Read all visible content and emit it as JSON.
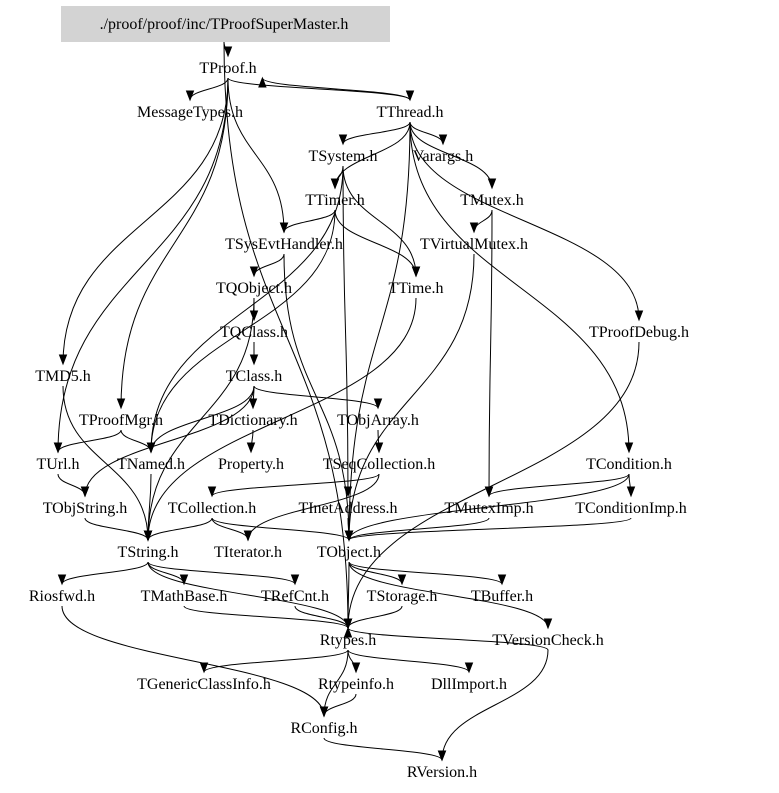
{
  "diagram": {
    "title": "./proof/proof/inc/TProofSuperMaster.h",
    "root": "./proof/proof/inc/TProofSuperMaster.h",
    "colors": {
      "root_fill": "#d3d3d3",
      "edge": "#000000",
      "text": "#000000",
      "background": "#ffffff"
    },
    "nodes": [
      {
        "id": "root",
        "label": "./proof/proof/inc/TProofSuperMaster.h",
        "highlighted": true
      },
      {
        "id": "TProof",
        "label": "TProof.h"
      },
      {
        "id": "MessageTypes",
        "label": "MessageTypes.h"
      },
      {
        "id": "TThread",
        "label": "TThread.h"
      },
      {
        "id": "TSystem",
        "label": "TSystem.h"
      },
      {
        "id": "Varargs",
        "label": "Varargs.h"
      },
      {
        "id": "TTimer",
        "label": "TTimer.h"
      },
      {
        "id": "TMutex",
        "label": "TMutex.h"
      },
      {
        "id": "TSysEvtHandler",
        "label": "TSysEvtHandler.h"
      },
      {
        "id": "TVirtualMutex",
        "label": "TVirtualMutex.h"
      },
      {
        "id": "TQObject",
        "label": "TQObject.h"
      },
      {
        "id": "TTime",
        "label": "TTime.h"
      },
      {
        "id": "TQClass",
        "label": "TQClass.h"
      },
      {
        "id": "TProofDebug",
        "label": "TProofDebug.h"
      },
      {
        "id": "TMD5",
        "label": "TMD5.h"
      },
      {
        "id": "TClass",
        "label": "TClass.h"
      },
      {
        "id": "TProofMgr",
        "label": "TProofMgr.h"
      },
      {
        "id": "TDictionary",
        "label": "TDictionary.h"
      },
      {
        "id": "TObjArray",
        "label": "TObjArray.h"
      },
      {
        "id": "TUrl",
        "label": "TUrl.h"
      },
      {
        "id": "TNamed",
        "label": "TNamed.h"
      },
      {
        "id": "Property",
        "label": "Property.h"
      },
      {
        "id": "TSeqCollection",
        "label": "TSeqCollection.h"
      },
      {
        "id": "TCondition",
        "label": "TCondition.h"
      },
      {
        "id": "TObjString",
        "label": "TObjString.h"
      },
      {
        "id": "TCollection",
        "label": "TCollection.h"
      },
      {
        "id": "TInetAddress",
        "label": "TInetAddress.h"
      },
      {
        "id": "TMutexImp",
        "label": "TMutexImp.h"
      },
      {
        "id": "TConditionImp",
        "label": "TConditionImp.h"
      },
      {
        "id": "TString",
        "label": "TString.h"
      },
      {
        "id": "TIterator",
        "label": "TIterator.h"
      },
      {
        "id": "TObject",
        "label": "TObject.h"
      },
      {
        "id": "Riosfwd",
        "label": "Riosfwd.h"
      },
      {
        "id": "TMathBase",
        "label": "TMathBase.h"
      },
      {
        "id": "TRefCnt",
        "label": "TRefCnt.h"
      },
      {
        "id": "TStorage",
        "label": "TStorage.h"
      },
      {
        "id": "TBuffer",
        "label": "TBuffer.h"
      },
      {
        "id": "Rtypes",
        "label": "Rtypes.h"
      },
      {
        "id": "TVersionCheck",
        "label": "TVersionCheck.h"
      },
      {
        "id": "TGenericClassInfo",
        "label": "TGenericClassInfo.h"
      },
      {
        "id": "Rtypeinfo",
        "label": "Rtypeinfo.h"
      },
      {
        "id": "DllImport",
        "label": "DllImport.h"
      },
      {
        "id": "RConfig",
        "label": "RConfig.h"
      },
      {
        "id": "RVersion",
        "label": "RVersion.h"
      }
    ],
    "edges": [
      [
        "root",
        "TProof"
      ],
      [
        "root",
        "Rtypes"
      ],
      [
        "TProof",
        "MessageTypes"
      ],
      [
        "TProof",
        "TThread"
      ],
      [
        "TProof",
        "TSysEvtHandler"
      ],
      [
        "TProof",
        "TMD5"
      ],
      [
        "TProof",
        "TProofMgr"
      ],
      [
        "TProof",
        "TUrl"
      ],
      [
        "TThread",
        "TSystem"
      ],
      [
        "TThread",
        "Varargs"
      ],
      [
        "TThread",
        "TMutex"
      ],
      [
        "TThread",
        "TTimer"
      ],
      [
        "TThread",
        "TObject"
      ],
      [
        "TThread",
        "TProofDebug"
      ],
      [
        "TThread",
        "TCondition"
      ],
      [
        "TThread",
        "TProof"
      ],
      [
        "TSystem",
        "TTimer"
      ],
      [
        "TSystem",
        "TTime"
      ],
      [
        "TSystem",
        "TNamed"
      ],
      [
        "TSystem",
        "TInetAddress"
      ],
      [
        "TTimer",
        "TSysEvtHandler"
      ],
      [
        "TTimer",
        "TTime"
      ],
      [
        "TTimer",
        "TNamed"
      ],
      [
        "TMutex",
        "TVirtualMutex"
      ],
      [
        "TMutex",
        "TMutexImp"
      ],
      [
        "TVirtualMutex",
        "TObject"
      ],
      [
        "TSysEvtHandler",
        "TQObject"
      ],
      [
        "TSysEvtHandler",
        "TObject"
      ],
      [
        "TQObject",
        "TQClass"
      ],
      [
        "TQObject",
        "TString"
      ],
      [
        "TQClass",
        "TClass"
      ],
      [
        "TClass",
        "TDictionary"
      ],
      [
        "TClass",
        "TObjArray"
      ],
      [
        "TClass",
        "TNamed"
      ],
      [
        "TClass",
        "TObjString"
      ],
      [
        "TDictionary",
        "Property"
      ],
      [
        "TObjArray",
        "TSeqCollection"
      ],
      [
        "TSeqCollection",
        "TCollection"
      ],
      [
        "TSeqCollection",
        "TIterator"
      ],
      [
        "TTime",
        "TString"
      ],
      [
        "TProofMgr",
        "TNamed"
      ],
      [
        "TProofMgr",
        "TUrl"
      ],
      [
        "TMD5",
        "TString"
      ],
      [
        "TUrl",
        "TObjString"
      ],
      [
        "TNamed",
        "TString"
      ],
      [
        "TCollection",
        "TString"
      ],
      [
        "TCollection",
        "TIterator"
      ],
      [
        "TCollection",
        "TObject"
      ],
      [
        "TInetAddress",
        "TObject"
      ],
      [
        "TObjString",
        "TString"
      ],
      [
        "TCondition",
        "TConditionImp"
      ],
      [
        "TCondition",
        "TMutexImp"
      ],
      [
        "TCondition",
        "TObject"
      ],
      [
        "TMutexImp",
        "TObject"
      ],
      [
        "TConditionImp",
        "TObject"
      ],
      [
        "TString",
        "Riosfwd"
      ],
      [
        "TString",
        "TMathBase"
      ],
      [
        "TString",
        "TRefCnt"
      ],
      [
        "TString",
        "Rtypes"
      ],
      [
        "TObject",
        "TStorage"
      ],
      [
        "TObject",
        "TBuffer"
      ],
      [
        "TObject",
        "Rtypes"
      ],
      [
        "TObject",
        "TVersionCheck"
      ],
      [
        "TMathBase",
        "Rtypes"
      ],
      [
        "TRefCnt",
        "Rtypes"
      ],
      [
        "TStorage",
        "Rtypes"
      ],
      [
        "TProofDebug",
        "Rtypes"
      ],
      [
        "TVersionCheck",
        "Rtypes"
      ],
      [
        "Rtypes",
        "TGenericClassInfo"
      ],
      [
        "Rtypes",
        "Rtypeinfo"
      ],
      [
        "Rtypes",
        "DllImport"
      ],
      [
        "Rtypes",
        "RConfig"
      ],
      [
        "Rtypeinfo",
        "RConfig"
      ],
      [
        "Riosfwd",
        "RConfig"
      ],
      [
        "RConfig",
        "RVersion"
      ],
      [
        "TVersionCheck",
        "RVersion"
      ]
    ]
  }
}
